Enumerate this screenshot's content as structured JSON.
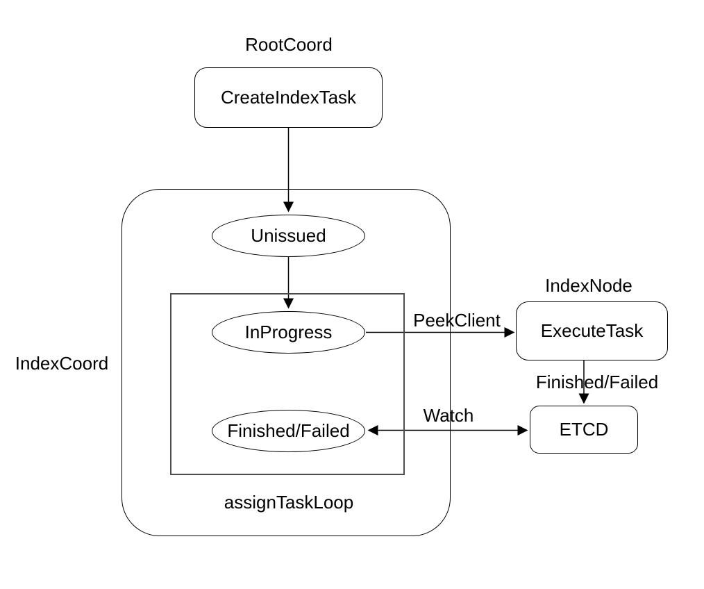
{
  "diagram": {
    "section_labels": {
      "root_coord": "RootCoord",
      "index_node": "IndexNode",
      "index_coord": "IndexCoord",
      "assign_task_loop": "assignTaskLoop"
    },
    "nodes": {
      "create_index_task": "CreateIndexTask",
      "unissued": "Unissued",
      "in_progress": "InProgress",
      "finished_failed": "Finished/Failed",
      "execute_task": "ExecuteTask",
      "etcd": "ETCD"
    },
    "edge_labels": {
      "peek_client": "PeekClient",
      "finished_failed": "Finished/Failed",
      "watch": "Watch"
    },
    "colors": {
      "stroke": "#000000",
      "inner_box_stroke": "#4d4d4d",
      "background": "#ffffff",
      "text": "#000000"
    }
  }
}
